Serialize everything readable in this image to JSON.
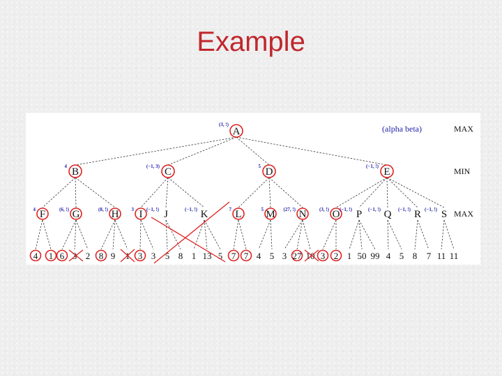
{
  "slide": {
    "title": "Example"
  },
  "legend": "(alpha beta)",
  "levels": [
    "MAX",
    "MIN",
    "MAX"
  ],
  "root": {
    "id": "A",
    "ab": "(3, !)"
  },
  "min_nodes": [
    {
      "id": "B",
      "ab": "4"
    },
    {
      "id": "C",
      "ab": "(−1, 3)"
    },
    {
      "id": "D",
      "ab": "5"
    },
    {
      "id": "E",
      "ab": "(−1, !)"
    }
  ],
  "max_nodes": [
    {
      "id": "F",
      "ab": "4"
    },
    {
      "id": "G",
      "ab": "(6, !)"
    },
    {
      "id": "H",
      "ab": "(8, !)"
    },
    {
      "id": "I",
      "ab": "3"
    },
    {
      "id": "J",
      "ab": "(−1, !)"
    },
    {
      "id": "K",
      "ab": "(−1, !)"
    },
    {
      "id": "L",
      "ab": "7"
    },
    {
      "id": "M",
      "ab": "5"
    },
    {
      "id": "N",
      "ab": "(27, !)"
    },
    {
      "id": "O",
      "ab": "(3, !)"
    },
    {
      "id": "P",
      "ab": "(−1, !)"
    },
    {
      "id": "Q",
      "ab": "(−1, !)"
    },
    {
      "id": "R",
      "ab": "(−1, !)"
    },
    {
      "id": "S",
      "ab": "(−1, !)"
    }
  ],
  "leaves": [
    "4",
    "1",
    "6",
    "3",
    "2",
    "8",
    "9",
    "1",
    "3",
    "3",
    "5",
    "8",
    "1",
    "13",
    "5",
    "7",
    "7",
    "4",
    "5",
    "3",
    "27",
    "10",
    "3",
    "2",
    "1",
    "50",
    "99",
    "4",
    "5",
    "8",
    "7",
    "11",
    "11"
  ]
}
